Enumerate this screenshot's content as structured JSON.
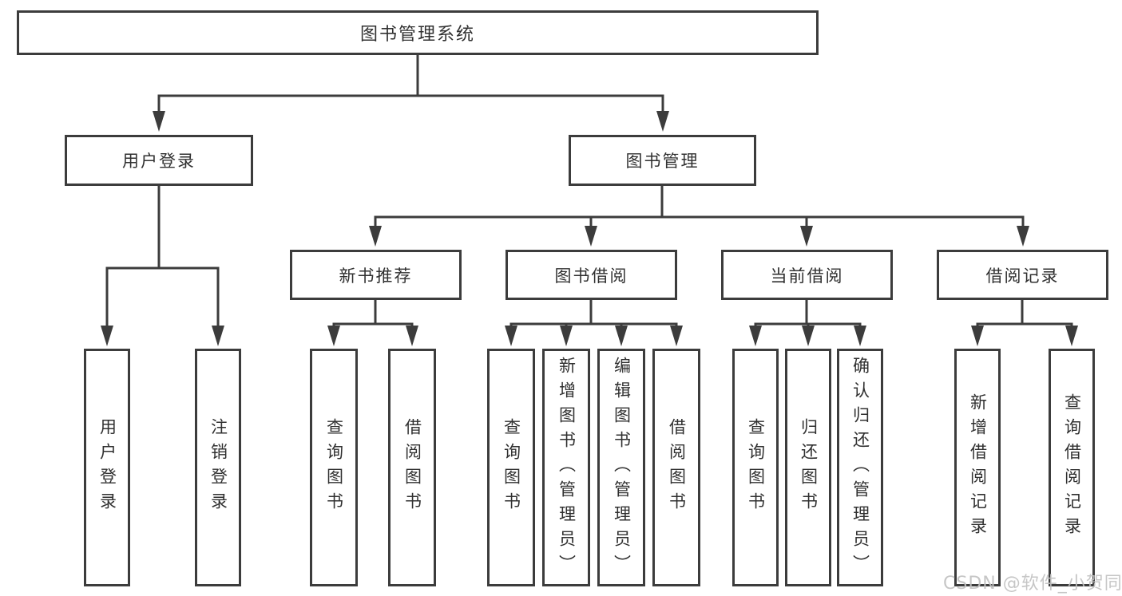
{
  "diagram": {
    "title": "图书管理系统",
    "nodes": {
      "root": "图书管理系统",
      "user_login_group": "用户登录",
      "book_management": "图书管理",
      "new_book_recommendation": "新书推荐",
      "book_borrowing": "图书借阅",
      "current_borrowing": "当前借阅",
      "borrowing_records": "借阅记录",
      "user_login": "用户登录",
      "logout": "注销登录",
      "nb_query_books": "查询图书",
      "nb_borrow_books": "借阅图书",
      "bb_query_books": "查询图书",
      "bb_add_books_admin": "新增图书（管理员）",
      "bb_edit_books_admin": "编辑图书（管理员）",
      "bb_borrow_books": "借阅图书",
      "cb_query_books": "查询图书",
      "cb_return_books": "归还图书",
      "cb_confirm_return_admin": "确认归还（管理员）",
      "br_add_record": "新增借阅记录",
      "br_query_record": "查询借阅记录"
    },
    "edges": [
      [
        "图书管理系统",
        "用户登录"
      ],
      [
        "图书管理系统",
        "图书管理"
      ],
      [
        "用户登录",
        "用户登录"
      ],
      [
        "用户登录",
        "注销登录"
      ],
      [
        "图书管理",
        "新书推荐"
      ],
      [
        "图书管理",
        "图书借阅"
      ],
      [
        "图书管理",
        "当前借阅"
      ],
      [
        "图书管理",
        "借阅记录"
      ],
      [
        "新书推荐",
        "查询图书"
      ],
      [
        "新书推荐",
        "借阅图书"
      ],
      [
        "图书借阅",
        "查询图书"
      ],
      [
        "图书借阅",
        "新增图书（管理员）"
      ],
      [
        "图书借阅",
        "编辑图书（管理员）"
      ],
      [
        "图书借阅",
        "借阅图书"
      ],
      [
        "当前借阅",
        "查询图书"
      ],
      [
        "当前借阅",
        "归还图书"
      ],
      [
        "当前借阅",
        "确认归还（管理员）"
      ],
      [
        "借阅记录",
        "新增借阅记录"
      ],
      [
        "借阅记录",
        "查询借阅记录"
      ]
    ]
  },
  "watermark": "CSDN @软件_小贺同学",
  "colors": {
    "line": "#3c3c3c",
    "text": "#303030",
    "watermark": "#c2c2c2",
    "background": "#ffffff"
  }
}
